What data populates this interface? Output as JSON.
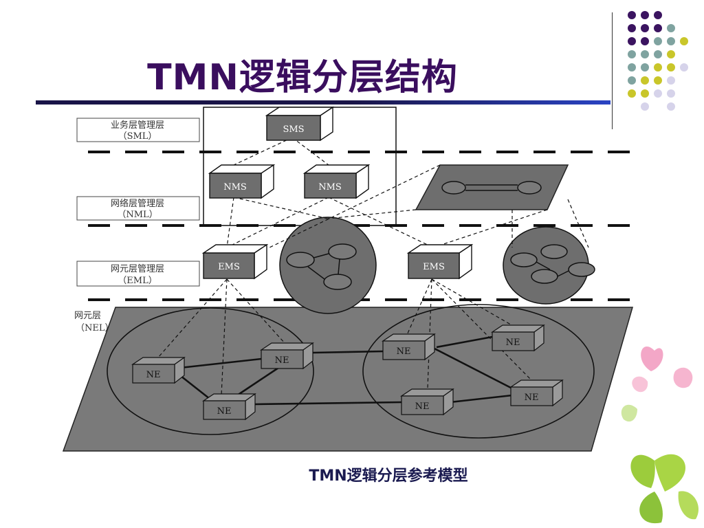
{
  "slide": {
    "title": "TMN逻辑分层结构",
    "caption": "TMN逻辑分层参考模型"
  },
  "layers": {
    "sml": {
      "line1": "业务层管理层",
      "line2": "（SML）"
    },
    "nml": {
      "line1": "网络层管理层",
      "line2": "（NML）"
    },
    "eml": {
      "line1": "网元层管理层",
      "line2": "（EML）"
    },
    "nel": {
      "line1": "网元层",
      "line2": "（NEL）"
    }
  },
  "nodes": {
    "sms": "SMS",
    "nms": "NMS",
    "ems": "EMS",
    "ne": "NE"
  },
  "colors": {
    "title": "#3a0e5e",
    "plane_fill": "#7a7a7a",
    "box_fill": "#6e6e6e",
    "dot_purple": "#3b1460",
    "dot_teal": "#7fa3a0",
    "dot_yellow": "#c9c62a",
    "dot_lavender": "#d6d3ea"
  }
}
